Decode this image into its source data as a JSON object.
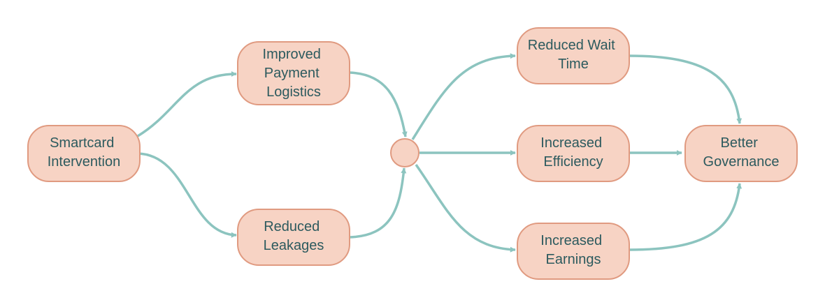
{
  "colors": {
    "node_fill": "#f7d3c4",
    "node_stroke": "#e09a80",
    "edge": "#8cc4bf",
    "text": "#2c5a5e"
  },
  "nodes": {
    "smartcard": {
      "lines": [
        "Smartcard",
        "Intervention"
      ]
    },
    "payment": {
      "lines": [
        "Improved",
        "Payment",
        "Logistics"
      ]
    },
    "leakages": {
      "lines": [
        "Reduced",
        "Leakages"
      ]
    },
    "wait": {
      "lines": [
        "Reduced Wait",
        "Time"
      ]
    },
    "efficiency": {
      "lines": [
        "Increased",
        "Efficiency"
      ]
    },
    "earnings": {
      "lines": [
        "Increased",
        "Earnings"
      ]
    },
    "governance": {
      "lines": [
        "Better",
        "Governance"
      ]
    }
  }
}
